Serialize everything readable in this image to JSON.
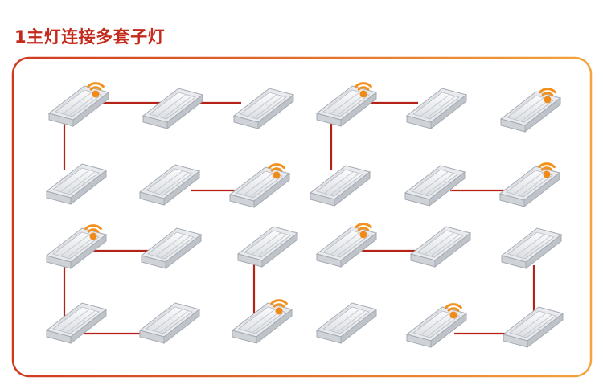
{
  "header": {
    "title": "1主灯连接多套子灯"
  },
  "colors": {
    "title": "#c42a1c",
    "frame_start": "#cf3a1f",
    "frame_end": "#f4a43c",
    "wire": "#b32318",
    "master_dot": "#f08a18",
    "wifi": "#f3911e",
    "fixture_body": "#f3f4f6",
    "fixture_edge": "#9aa1a8"
  },
  "groups": [
    {
      "id": "group-1",
      "lights": [
        {
          "id": "g1-a",
          "master": true
        },
        {
          "id": "g1-b",
          "master": false
        },
        {
          "id": "g1-c",
          "master": false
        },
        {
          "id": "g1-d",
          "master": false
        }
      ]
    },
    {
      "id": "group-2",
      "lights": [
        {
          "id": "g2-a",
          "master": false
        },
        {
          "id": "g2-b",
          "master": true
        }
      ]
    },
    {
      "id": "group-3",
      "lights": [
        {
          "id": "g3-a",
          "master": true
        },
        {
          "id": "g3-b",
          "master": false
        },
        {
          "id": "g3-c",
          "master": false
        },
        {
          "id": "g3-d",
          "master": false
        }
      ]
    },
    {
      "id": "group-4",
      "lights": [
        {
          "id": "g4-a",
          "master": true
        }
      ]
    },
    {
      "id": "group-5",
      "lights": [
        {
          "id": "g5-a",
          "master": false
        },
        {
          "id": "g5-b",
          "master": true
        }
      ]
    },
    {
      "id": "group-6",
      "lights": [
        {
          "id": "g6-a",
          "master": true
        },
        {
          "id": "g6-b",
          "master": false
        },
        {
          "id": "g6-c",
          "master": false
        },
        {
          "id": "g6-d",
          "master": false
        }
      ]
    },
    {
      "id": "group-7",
      "lights": [
        {
          "id": "g7-a",
          "master": false
        },
        {
          "id": "g7-b",
          "master": true
        }
      ]
    },
    {
      "id": "group-8",
      "lights": [
        {
          "id": "g8-a",
          "master": false
        },
        {
          "id": "g8-b",
          "master": false
        },
        {
          "id": "g8-c",
          "master": true
        },
        {
          "id": "g8-d",
          "master": false
        }
      ]
    }
  ]
}
